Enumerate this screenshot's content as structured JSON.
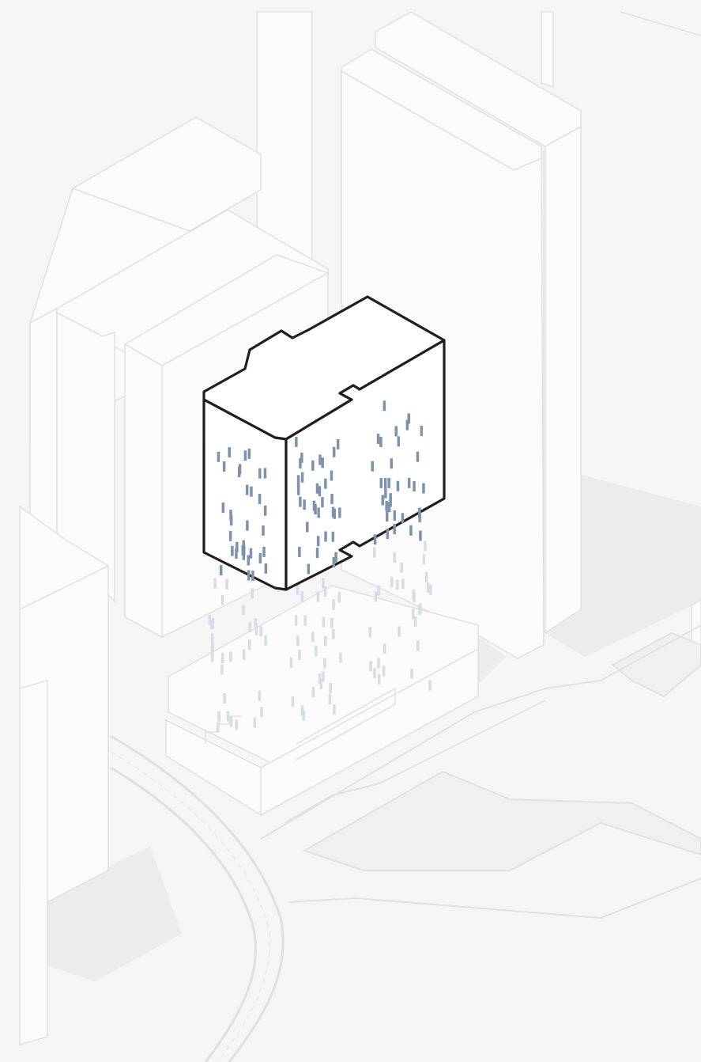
{
  "diagram": {
    "kind": "isometric massing diagram",
    "colors": {
      "background": "#ffffff",
      "ground": "#f4f4f4",
      "context_fill": "#fbfbfb",
      "context_stroke": "#dcdcdc",
      "shadow": "#e9e9e9",
      "highlight_stroke": "#1f1f1f",
      "highlight_fill": "#ffffff",
      "window_dark": "#7d93ad",
      "window_light": "#d6dde6"
    },
    "context_buildings": [
      {
        "name": "left-slab-tower"
      },
      {
        "name": "left-mid-tower"
      },
      {
        "name": "right-tall-tower"
      },
      {
        "name": "podium-block"
      },
      {
        "name": "far-left-block"
      }
    ],
    "highlighted_building": {
      "name": "featured-tower-volume",
      "windows_visible": true
    },
    "roads": [
      {
        "name": "curved-road"
      },
      {
        "name": "plaza-paths"
      }
    ]
  }
}
